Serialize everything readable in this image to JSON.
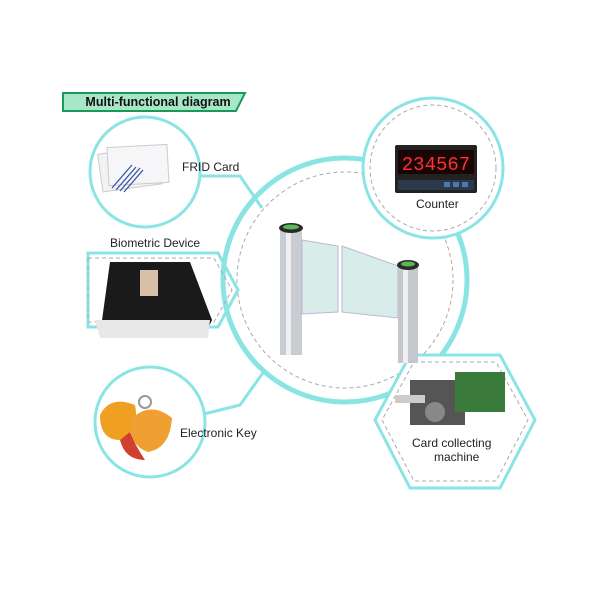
{
  "banner": {
    "title": "Multi-functional diagram"
  },
  "nodes": {
    "frid_card": {
      "label": "FRID Card"
    },
    "biometric": {
      "label": "Biometric Device"
    },
    "electronic_key": {
      "label": "Electronic Key"
    },
    "counter": {
      "label": "Counter",
      "display": "234567"
    },
    "card_collector": {
      "label_line1": "Card collecting",
      "label_line2": "machine"
    }
  },
  "colors": {
    "accent": "#7ee0e0",
    "banner_fill": "#a8e6c8",
    "banner_border": "#1a9a5a",
    "counter_digits": "#ff3030"
  }
}
